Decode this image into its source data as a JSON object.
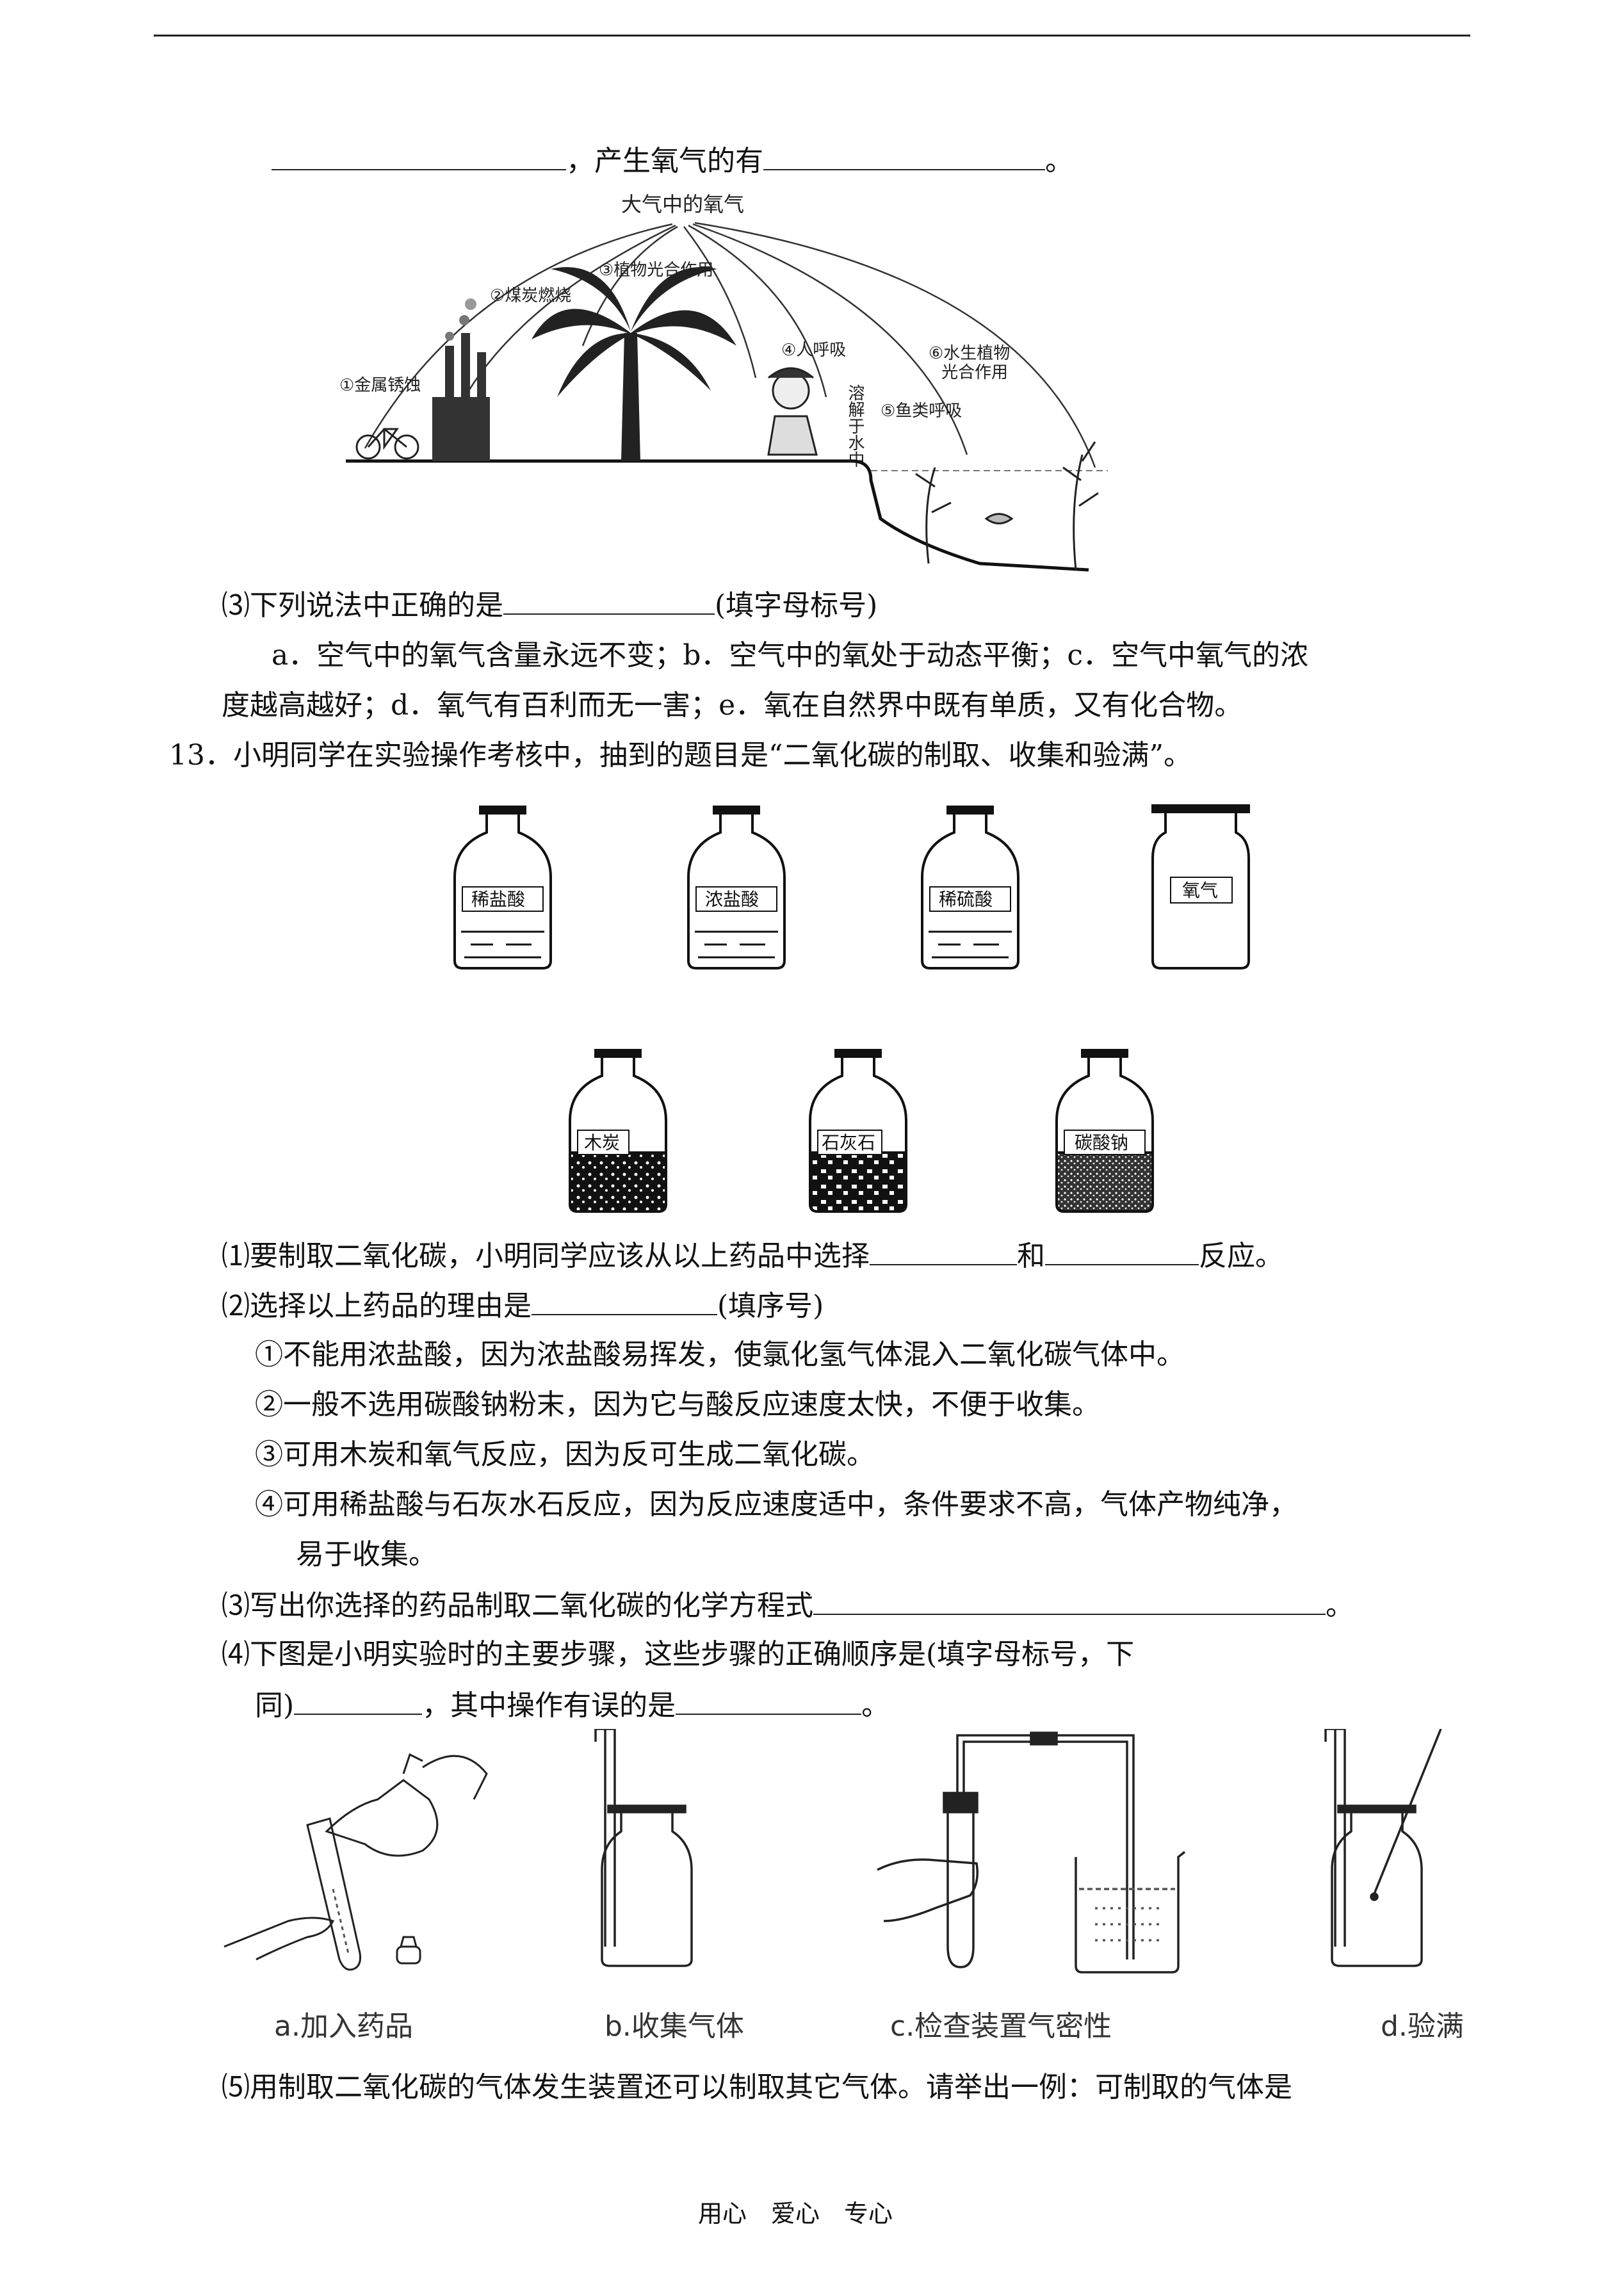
{
  "q12_tail": {
    "line1_mid": "，产生氧气的有",
    "line1_end": "。",
    "diagram": {
      "top": "大气中的氧气",
      "l1": "①金属锈蚀",
      "l2": "②煤炭燃烧",
      "l3": "③植物光合作用",
      "l4": "④人呼吸",
      "l5": "⑤鱼类呼吸",
      "l6a": "⑥水生植物",
      "l6b": "光合作用",
      "dissolve": "溶解于水中"
    },
    "p3": "⑶下列说法中正确的是",
    "p3_end": "(填字母标号)",
    "opt_line1": "a．空气中的氧气含量永远不变；b．空气中的氧处于动态平衡；c．空气中氧气的浓",
    "opt_line2": "度越高越好；d．氧气有百利而无一害；e．氧在自然界中既有单质，又有化合物。"
  },
  "q13": {
    "title": "13．小明同学在实验操作考核中，抽到的题目是“二氧化碳的制取、收集和验满”。",
    "bottles_row1": [
      "稀盐酸",
      "浓盐酸",
      "稀硫酸",
      "氧气"
    ],
    "bottles_row2": [
      "木炭",
      "石灰石",
      "碳酸钠"
    ],
    "p1_a": "⑴要制取二氧化碳，小明同学应该从以上药品中选择",
    "p1_b": "和",
    "p1_c": "反应。",
    "p2_a": "⑵选择以上药品的理由是",
    "p2_b": "(填序号)",
    "r1": "①不能用浓盐酸，因为浓盐酸易挥发，使氯化氢气体混入二氧化碳气体中。",
    "r2": "②一般不选用碳酸钠粉末，因为它与酸反应速度太快，不便于收集。",
    "r3": "③可用木炭和氧气反应，因为反可生成二氧化碳。",
    "r4a": "④可用稀盐酸与石灰水石反应，因为反应速度适中，条件要求不高，气体产物纯净，",
    "r4b": "易于收集。",
    "p3_a": "⑶写出你选择的药品制取二氧化碳的化学方程式",
    "p3_end": "。",
    "p4_a": "⑷下图是小明实验时的主要步骤，这些步骤的正确顺序是(填字母标号，下",
    "p4_b": "同)",
    "p4_c": "，其中操作有误的是",
    "p4_end": "。",
    "steps": [
      "a.加入药品",
      "b.收集气体",
      "c.检查装置气密性",
      "d.验满"
    ],
    "p5": "⑸用制取二氧化碳的气体发生装置还可以制取其它气体。请举出一例：可制取的气体是"
  },
  "footer": "用心　爱心　专心"
}
